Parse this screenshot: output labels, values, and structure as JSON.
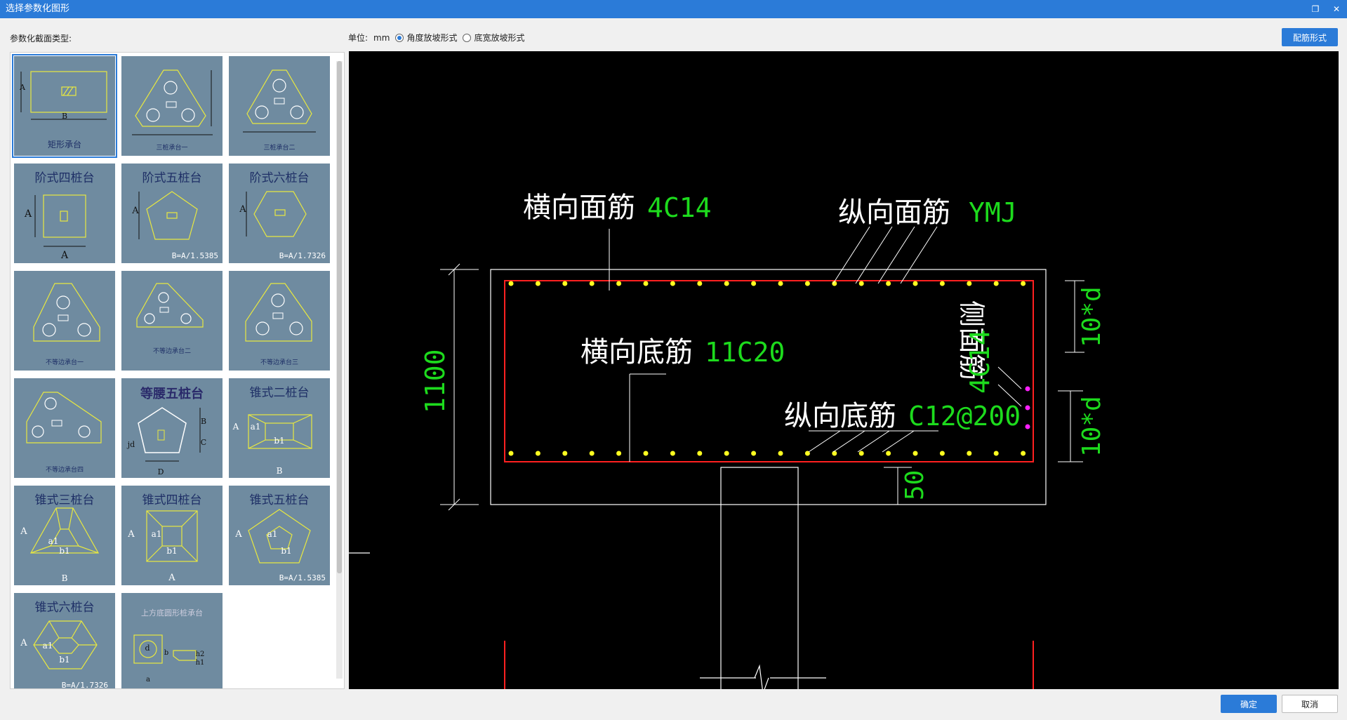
{
  "window": {
    "title": "选择参数化图形",
    "restore_icon": "restore-icon",
    "close_icon": "close-icon"
  },
  "section_label": "参数化截面类型:",
  "unit": {
    "label": "单位:",
    "value": "mm"
  },
  "slope_options": [
    {
      "label": "角度放坡形式",
      "selected": true
    },
    {
      "label": "底宽放坡形式",
      "selected": false
    }
  ],
  "rebar_button": "配筋形式",
  "tiles": [
    {
      "label": "矩形承台",
      "selected": true,
      "dims": [
        "A",
        "B"
      ]
    },
    {
      "label": "三桩承台一",
      "selected": false
    },
    {
      "label": "三桩承台二",
      "selected": false
    },
    {
      "label": "阶式四桩台",
      "selected": false,
      "dims": [
        "A",
        "A"
      ]
    },
    {
      "label": "阶式五桩台",
      "selected": false,
      "dims": [
        "A"
      ],
      "formula": "B=A/1.5385"
    },
    {
      "label": "阶式六桩台",
      "selected": false,
      "dims": [
        "A"
      ],
      "formula": "B=A/1.7326"
    },
    {
      "label": "不等边承台一",
      "selected": false
    },
    {
      "label": "不等边承台二",
      "selected": false
    },
    {
      "label": "不等边承台三",
      "selected": false
    },
    {
      "label": "不等边承台四",
      "selected": false
    },
    {
      "label": "等腰五桩台",
      "selected": false,
      "dims": [
        "B",
        "C",
        "jd",
        "D"
      ]
    },
    {
      "label": "锥式二桩台",
      "selected": false,
      "dims": [
        "A",
        "a1",
        "b1",
        "B"
      ]
    },
    {
      "label": "锥式三桩台",
      "selected": false,
      "dims": [
        "A",
        "a1",
        "b1",
        "B"
      ]
    },
    {
      "label": "锥式四桩台",
      "selected": false,
      "dims": [
        "A",
        "a1",
        "b1",
        "A"
      ]
    },
    {
      "label": "锥式五桩台",
      "selected": false,
      "dims": [
        "A",
        "a1",
        "b1"
      ],
      "formula": "B=A/1.5385"
    },
    {
      "label": "锥式六桩台",
      "selected": false,
      "dims": [
        "A",
        "a1",
        "b1"
      ],
      "formula": "B=A/1.7326"
    },
    {
      "label": "上方底圆形桩承台",
      "selected": false,
      "dims": [
        "d",
        "b",
        "h2",
        "h1",
        "a"
      ]
    }
  ],
  "drawing": {
    "top_transverse": {
      "label": "横向面筋",
      "value": "4C14"
    },
    "top_longitudinal": {
      "label": "纵向面筋",
      "value": "YMJ"
    },
    "bottom_transverse": {
      "label": "横向底筋",
      "value": "11C20"
    },
    "bottom_longitudinal": {
      "label": "纵向底筋",
      "value": "C12@200"
    },
    "side": {
      "label": "侧面筋",
      "value": "4C14"
    },
    "height_dim": "1100",
    "anchor_top": "10*d",
    "anchor_bottom": "10*d",
    "cover_dim": "50",
    "colors": {
      "concrete": "#ffffff",
      "rebar": "#ff0000",
      "bar_dot": "#ffff00",
      "side_dot": "#ff00ff",
      "dim_text": "#1ddb1d"
    }
  },
  "buttons": {
    "ok": "确定",
    "cancel": "取消"
  }
}
